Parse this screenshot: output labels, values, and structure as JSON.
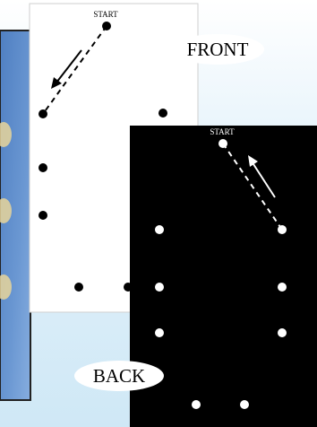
{
  "front": {
    "start_label": "START",
    "title": "FRONT"
  },
  "back": {
    "start_label": "START",
    "title": "BACK"
  },
  "colors": {
    "background_top": "#ffffff",
    "background_bottom": "#cfe8f6",
    "side_photo": "#5a88c8",
    "front_card": "#ffffff",
    "back_card": "#000000",
    "front_marks": "#000000",
    "back_marks": "#ffffff"
  },
  "icons": [
    "dashed-path-line",
    "direction-arrow",
    "hole-dot"
  ]
}
